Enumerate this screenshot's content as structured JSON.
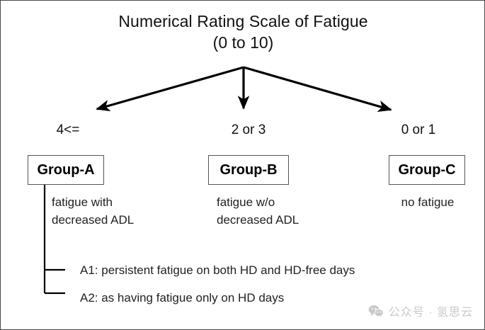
{
  "figure": {
    "title_line1": "Numerical Rating Scale of Fatigue",
    "title_line2": "(0 to 10)"
  },
  "branches": [
    {
      "value_label": "4<=",
      "group_name": "Group-A",
      "description": "fatigue with\ndecreased ADL"
    },
    {
      "value_label": "2 or 3",
      "group_name": "Group-B",
      "description": "fatigue w/o\ndecreased ADL"
    },
    {
      "value_label": "0 or 1",
      "group_name": "Group-C",
      "description": "no fatigue"
    }
  ],
  "sub_items": [
    {
      "label": "A1: persistent fatigue on both HD and HD-free days"
    },
    {
      "label": "A2: as having fatigue only on HD days"
    }
  ],
  "watermark": {
    "icon": "wechat-icon",
    "text": "公众号 · 氢思云"
  },
  "colors": {
    "frame_border": "#4a4a4a",
    "box_border": "#555555",
    "arrow": "#000000",
    "text": "#111111",
    "desc_text": "#222222",
    "watermark": "#c9c9c9",
    "background": "#ffffff"
  }
}
